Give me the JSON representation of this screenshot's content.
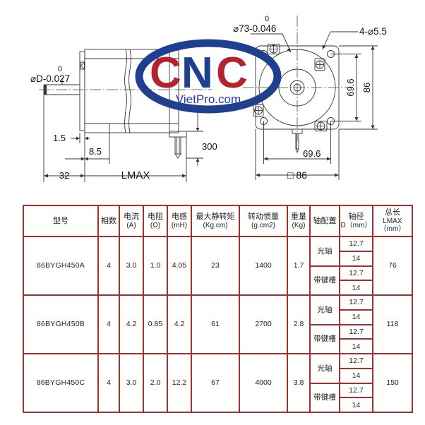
{
  "logo": {
    "text_c1": "C",
    "text_n": "N",
    "text_c2": "C",
    "subtitle": "VietPro.com",
    "color_red": "#b5222e",
    "color_blue": "#1f3f8f"
  },
  "drawing": {
    "side_view": {
      "shaft_tol_upper": "0",
      "shaft_diameter_label": "⌀D-0.027",
      "dim_flange": "1.5",
      "dim_shaft_flat": "8.5",
      "dim_shaft_length": "32",
      "dim_body_length": "LMAX",
      "dim_lead_length": "300"
    },
    "front_view": {
      "pilot_tol_upper": "0",
      "pilot_diameter_label": "⌀73-0.046",
      "mount_holes_label": "4-⌀5.5",
      "bolt_circle_v": "69.6",
      "bolt_circle_h": "69.6",
      "body_height": "86",
      "body_square": "□ 86"
    }
  },
  "table": {
    "headers": [
      {
        "cn": "型号",
        "unit": ""
      },
      {
        "cn": "相数",
        "unit": ""
      },
      {
        "cn": "电流",
        "unit": "(A)"
      },
      {
        "cn": "电阻",
        "unit": "(Ω)"
      },
      {
        "cn": "电感",
        "unit": "(mH)"
      },
      {
        "cn": "最大静转矩",
        "unit": "(Kg.cm)"
      },
      {
        "cn": "转动惯量",
        "unit": "(g.cm2)"
      },
      {
        "cn": "重量",
        "unit": "(Kg)"
      },
      {
        "cn": "轴配置",
        "unit": ""
      },
      {
        "cn": "轴径",
        "unit": "D（mm）"
      },
      {
        "cn": "总长",
        "unit": "LMAX（mm）"
      }
    ],
    "shaft_types": [
      "光轴",
      "带键槽"
    ],
    "shaft_diameters": [
      "12.7",
      "14"
    ],
    "rows": [
      {
        "model": "86BYGH450A",
        "phases": "4",
        "current": "3.0",
        "resistance": "1.0",
        "inductance": "4.05",
        "holding_torque": "23",
        "rotor_inertia": "1400",
        "weight": "1.7",
        "lmax": "76"
      },
      {
        "model": "86BYGH450B",
        "phases": "4",
        "current": "4.2",
        "resistance": "0.85",
        "inductance": "4.2",
        "holding_torque": "61",
        "rotor_inertia": "2700",
        "weight": "2.8",
        "lmax": "118"
      },
      {
        "model": "86BYGH450C",
        "phases": "4",
        "current": "3.0",
        "resistance": "2.0",
        "inductance": "12.2",
        "holding_torque": "67",
        "rotor_inertia": "4000",
        "weight": "3.8",
        "lmax": "150"
      }
    ],
    "border_color": "#a33031"
  }
}
